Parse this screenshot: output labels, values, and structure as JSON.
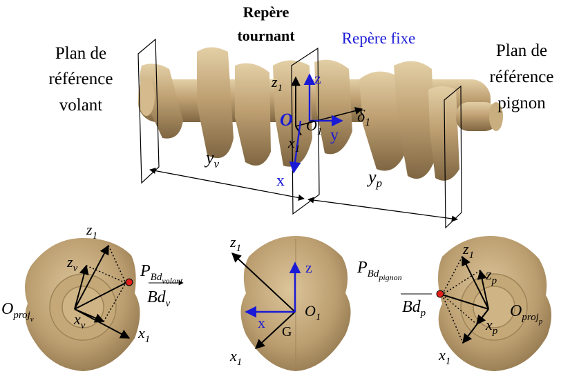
{
  "labels": {
    "plan_volant": [
      "Plan de",
      "référence",
      "volant"
    ],
    "plan_pignon": [
      "Plan de",
      "référence",
      "pignon"
    ],
    "repere_tournant": [
      "Repère",
      "tournant"
    ],
    "repere_fixe": "Repère fixe"
  },
  "top_axes": {
    "z1": "z",
    "z1_sub": "1",
    "z": "z",
    "O": "O",
    "O1": "O",
    "O1_sub": "1",
    "y": "y",
    "delta1": "δ",
    "delta1_sub": "1",
    "x1": "x",
    "x1_sub": "1",
    "x": "x",
    "yv": "y",
    "yv_sub": "v",
    "yp": "y",
    "yp_sub": "p"
  },
  "bottom_left": {
    "z1": "z",
    "z1_sub": "1",
    "zv": "z",
    "zv_sub": "v",
    "xv": "x",
    "xv_sub": "v",
    "x1": "x",
    "x1_sub": "1",
    "oproj": "O",
    "oproj_sub": "proj",
    "oproj_subsub": "v",
    "pbd": "P",
    "pbd_sub": "Bd",
    "pbd_subsub": "volant",
    "bd": "Bd",
    "bd_sub": "v"
  },
  "bottom_middle": {
    "z1": "z",
    "z1_sub": "1",
    "z": "z",
    "x": "x",
    "O1": "O",
    "O1_sub": "1",
    "G": "G",
    "x1": "x",
    "x1_sub": "1"
  },
  "bottom_right": {
    "z1": "z",
    "z1_sub": "1",
    "zp": "z",
    "zp_sub": "p",
    "xp": "x",
    "xp_sub": "p",
    "x1": "x",
    "x1_sub": "1",
    "oproj": "O",
    "oproj_sub": "proj",
    "oproj_subsub": "p",
    "pbd": "P",
    "pbd_sub": "Bd",
    "pbd_subsub": "pignon",
    "bd": "Bd",
    "bd_sub": "p"
  },
  "colors": {
    "part": "#b59a6c",
    "part_light": "#dcc59a",
    "part_dark": "#7d6440",
    "axis_blue": "#1a1ad6",
    "point_red": "#e0201a"
  }
}
